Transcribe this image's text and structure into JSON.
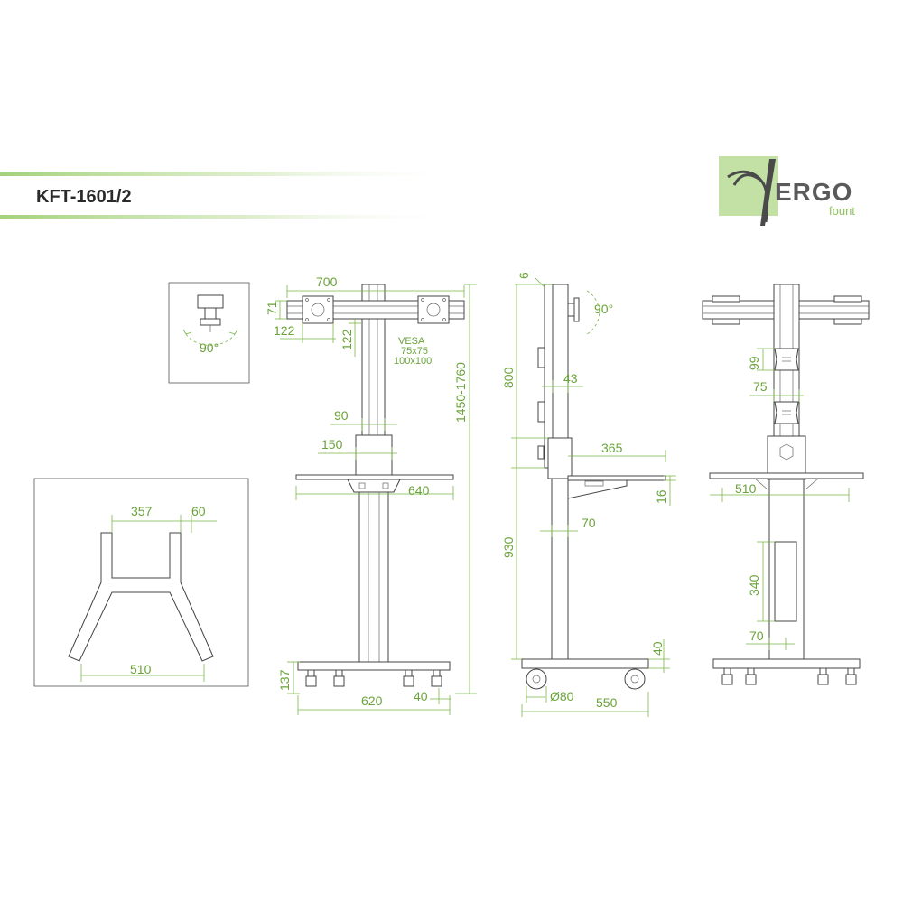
{
  "header": {
    "model": "KFT-1601/2",
    "brand_name": "ERGO",
    "brand_sub": "fount",
    "accent_color": "#7ab648"
  },
  "inset_tilt": {
    "angle_label": "90°"
  },
  "inset_base": {
    "dim_357": "357",
    "dim_60": "60",
    "dim_510": "510"
  },
  "front_view": {
    "dim_700": "700",
    "dim_71": "71",
    "dim_122_h": "122",
    "dim_122_v": "122",
    "vesa_title": "VESA",
    "vesa_1": "75x75",
    "vesa_2": "100x100",
    "dim_90": "90",
    "dim_150": "150",
    "dim_640": "640",
    "dim_height": "1450-1760",
    "dim_137": "137",
    "dim_620": "620",
    "dim_40": "40"
  },
  "side_view": {
    "dim_6": "6",
    "angle_label": "90°",
    "dim_800": "800",
    "dim_43": "43",
    "dim_365": "365",
    "dim_16": "16",
    "dim_930": "930",
    "dim_70": "70",
    "dim_40": "40",
    "dim_wheel": "Ø80",
    "dim_550": "550"
  },
  "back_view": {
    "dim_99": "99",
    "dim_75": "75",
    "dim_510": "510",
    "dim_340": "340",
    "dim_70": "70"
  }
}
